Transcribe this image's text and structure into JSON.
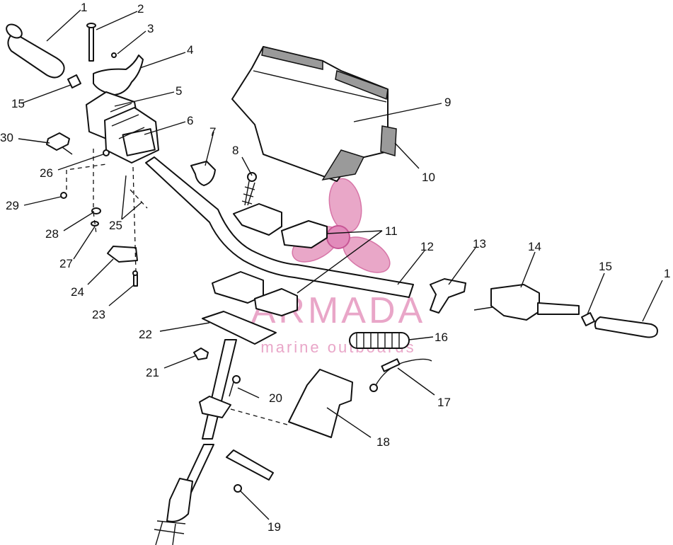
{
  "watermark": {
    "brand": "ARMADA",
    "tagline": "marine outboards",
    "color": "#e9a6c8"
  },
  "callouts": [
    "1",
    "2",
    "3",
    "4",
    "5",
    "6",
    "7",
    "8",
    "9",
    "10",
    "11",
    "12",
    "13",
    "14",
    "15",
    "1",
    "30",
    "26",
    "29",
    "28",
    "25",
    "27",
    "24",
    "23",
    "22",
    "21",
    "20",
    "19",
    "18",
    "17",
    "16",
    "15",
    "11"
  ]
}
